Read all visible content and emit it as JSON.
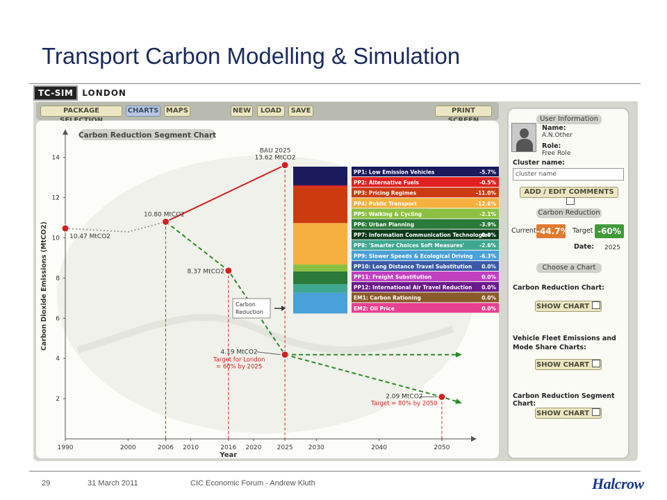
{
  "slide": {
    "title": "Transport Carbon Modelling & Simulation",
    "footer_page": "29",
    "footer_date": "31 March 2011",
    "footer_event": "CIC Economic Forum - Andrew Kluth",
    "footer_logo": "Halcrow"
  },
  "app": {
    "brand_badge": "TC-SIM",
    "brand_city": "LONDON",
    "toolbar": {
      "package_selection": "PACKAGE SELECTION",
      "charts": "CHARTS",
      "maps": "MAPS",
      "new": "NEW",
      "load": "LOAD",
      "save": "SAVE",
      "print_screen": "PRINT SCREEN"
    }
  },
  "sidebar": {
    "user_information": "User Information",
    "name_label": "Name:",
    "name_value": "A.N.Other",
    "role_label": "Role:",
    "role_value": "Free Role",
    "cluster_name_label": "Cluster name:",
    "cluster_name_value": "cluster name",
    "add_edit_comments": "ADD / EDIT COMMENTS",
    "carbon_reduction_header": "Carbon Reduction",
    "current_label": "Current",
    "current_value": "-44.7%",
    "target_label": "Target",
    "target_value": "-60%",
    "date_label": "Date:",
    "date_value": "2025",
    "choose_chart": "Choose a Chart",
    "carbon_reduction_chart": "Carbon Reduction Chart:",
    "vehicle_fleet_chart": "Vehicle Fleet Emissions and Mode Share Charts:",
    "segment_chart": "Carbon Reduction Segment Chart:",
    "show_chart": "SHOW CHART",
    "colors": {
      "current": "#e07a2e",
      "target": "#3f9a3a"
    }
  },
  "chart_data": {
    "type": "line",
    "title": "Carbon Reduction Segment Chart",
    "xlabel": "Year",
    "ylabel": "Carbon Dioxide Emissions (MtCO2)",
    "x_ticks": [
      1990,
      2000,
      2006,
      2010,
      2016,
      2020,
      2025,
      2030,
      2040,
      2050
    ],
    "y_ticks": [
      2,
      4,
      6,
      8,
      10,
      12,
      14
    ],
    "xlim": [
      1990,
      2054
    ],
    "ylim": [
      0,
      15.2
    ],
    "grid": false,
    "series": [
      {
        "kind": "historic",
        "color": "#999999",
        "style": "dotted",
        "points": [
          [
            1990,
            10.47
          ],
          [
            2000,
            10.3
          ],
          [
            2006,
            10.8
          ]
        ]
      },
      {
        "kind": "bau",
        "color": "#d42020",
        "style": "solid",
        "points": [
          [
            2006,
            10.8
          ],
          [
            2025,
            13.62
          ]
        ]
      },
      {
        "kind": "reduction",
        "color": "#2a8a2a",
        "style": "dashed",
        "points": [
          [
            2006,
            10.8
          ],
          [
            2016,
            8.37
          ],
          [
            2025,
            4.19
          ],
          [
            2050,
            2.09
          ],
          [
            2053,
            1.8
          ]
        ]
      },
      {
        "kind": "target-flat",
        "color": "#2a8a2a",
        "style": "dashed",
        "points": [
          [
            2025,
            4.19
          ],
          [
            2053,
            4.19
          ]
        ]
      }
    ],
    "markers": [
      {
        "x": 1990,
        "y": 10.47,
        "label": "10.47 MtCO2"
      },
      {
        "x": 2006,
        "y": 10.8,
        "label": "10.80 MtCO2"
      },
      {
        "x": 2016,
        "y": 8.37,
        "label": "8.37 MtCO2"
      },
      {
        "x": 2025,
        "y": 13.62,
        "label": "BAU 2025",
        "label2": "13.62 MtCO2"
      },
      {
        "x": 2025,
        "y": 4.19,
        "label": "4.19 MtCO2",
        "note": [
          "Target for London",
          "= 60% by 2025"
        ]
      },
      {
        "x": 2050,
        "y": 2.09,
        "label": "2.09 MtCO2",
        "note": [
          "Target = 80% by 2050"
        ]
      }
    ],
    "callout": {
      "line1": "Carbon",
      "line2": "Reduction"
    },
    "segments": [
      {
        "code": "PP1: Low Emission Vehicles",
        "value": "-5.7%",
        "color": "#1a1a5c"
      },
      {
        "code": "PP2: Alternative Fuels",
        "value": "-0.5%",
        "color": "#e02020"
      },
      {
        "code": "PP3: Pricing Regimes",
        "value": "-11.0%",
        "color": "#cc3a10"
      },
      {
        "code": "PP4: Public Transport",
        "value": "-12.6%",
        "color": "#f5b040"
      },
      {
        "code": "PP5: Walking & Cycling",
        "value": "-2.1%",
        "color": "#8cc040"
      },
      {
        "code": "PP6: Urban Planning",
        "value": "-3.9%",
        "color": "#2a7a3a"
      },
      {
        "code": "PP7: Information Communication Technologies",
        "value": "0.0%",
        "color": "#0a3a1a"
      },
      {
        "code": "PP8: 'Smarter Choices Soft Measures'",
        "value": "-2.6%",
        "color": "#40a890"
      },
      {
        "code": "PP9: Slower Speeds & Ecological Driving",
        "value": "-6.3%",
        "color": "#4aa0d8"
      },
      {
        "code": "PP10: Long Distance Travel Substitution",
        "value": "0.0%",
        "color": "#3a5aa8"
      },
      {
        "code": "PP11: Freight Substitution",
        "value": "0.0%",
        "color": "#c040c0"
      },
      {
        "code": "PP12: International Air Travel Reduction",
        "value": "0.0%",
        "color": "#6a1a8a"
      },
      {
        "code": "EM1: Carbon Rationing",
        "value": "0.0%",
        "color": "#8a5a2a"
      },
      {
        "code": "EM2: Oil Price",
        "value": "0.0%",
        "color": "#e84090"
      }
    ]
  }
}
